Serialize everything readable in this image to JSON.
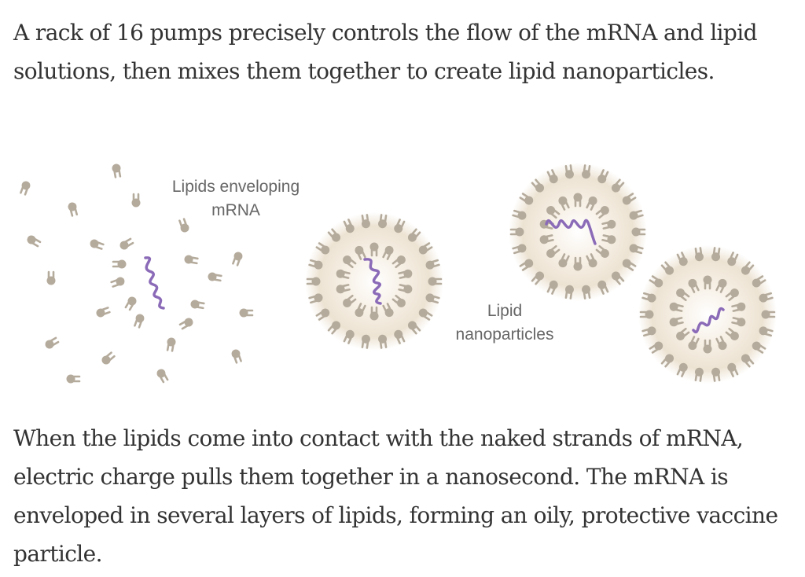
{
  "article": {
    "paragraphs": [
      "A rack of 16 pumps precisely controls the flow of the mRNA and lipid solutions, then mixes them together to create lipid nanoparticles.",
      "When the lipids come into contact with the naked strands of mRNA, electric charge pulls them together in a nanosecond. The mRNA is enveloped in several layers of lipids, forming an oily, protective vaccine particle."
    ]
  },
  "diagram": {
    "labels": {
      "enveloping_line1": "Lipids enveloping",
      "enveloping_line2": "mRNA",
      "nanoparticles_line1": "Lipid",
      "nanoparticles_line2": "nanoparticles"
    },
    "colors": {
      "lipid": "#b5ab9c",
      "mrna": "#8b6bb8",
      "particle_glow": "#ede3d3",
      "label": "#666666",
      "text": "#333333"
    },
    "nanoparticle_count": 3
  }
}
